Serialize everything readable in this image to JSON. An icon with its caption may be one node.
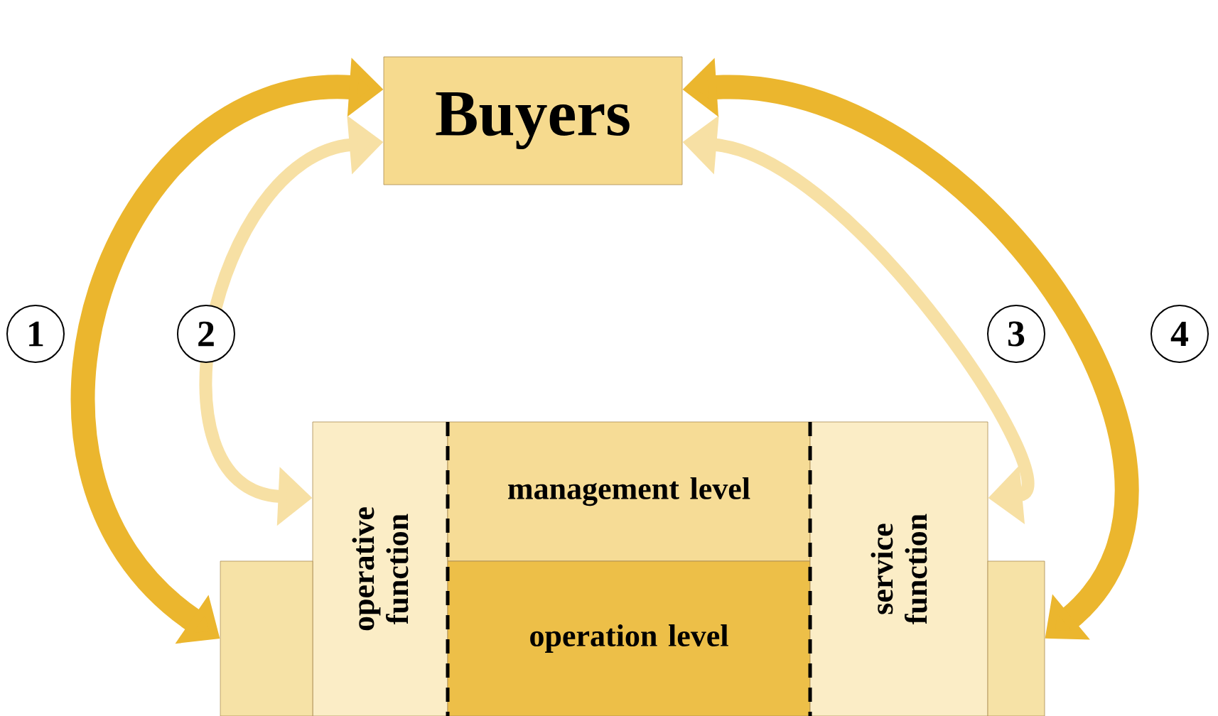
{
  "diagram": {
    "nodes": [
      {
        "text": [
          "Buyers"
        ]
      },
      {
        "text": [
          "operative function"
        ]
      },
      {
        "text": [
          "management level"
        ]
      },
      {
        "text": [
          "operation level"
        ]
      },
      {
        "text": [
          "service function"
        ]
      },
      {
        "text": [],
        "shape": "box"
      },
      {
        "text": [],
        "shape": "box"
      }
    ],
    "edges": [
      {
        "from": 0,
        "to": 5,
        "arrow": "both",
        "label": "1",
        "style": "thick",
        "color": "#ebb62e"
      },
      {
        "from": 0,
        "to": 1,
        "arrow": "both",
        "label": "2",
        "color": "#f7e0a4"
      },
      {
        "from": 0,
        "to": 4,
        "arrow": "both",
        "label": "3",
        "color": "#f7e0a4"
      },
      {
        "from": 0,
        "to": 6,
        "arrow": "both",
        "label": "4",
        "style": "thick",
        "color": "#ebb62e"
      }
    ]
  }
}
